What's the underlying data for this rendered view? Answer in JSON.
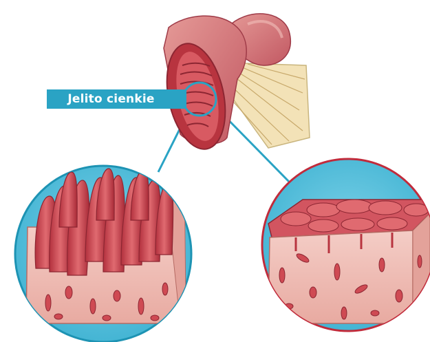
{
  "label": {
    "text": "Jelito cienkie"
  },
  "colors": {
    "label_bg": "#2aa3c4",
    "label_text": "#ffffff",
    "circle_fill": "#5bc1dd",
    "connector": "#2aa3c4",
    "tissue_red": "#c9404b",
    "tissue_pink": "#f0c3bd"
  },
  "icons": {
    "organ": "small-intestine-illustration",
    "left_detail": "intestinal-villi-illustration",
    "right_detail": "flat-mucosa-illustration"
  }
}
